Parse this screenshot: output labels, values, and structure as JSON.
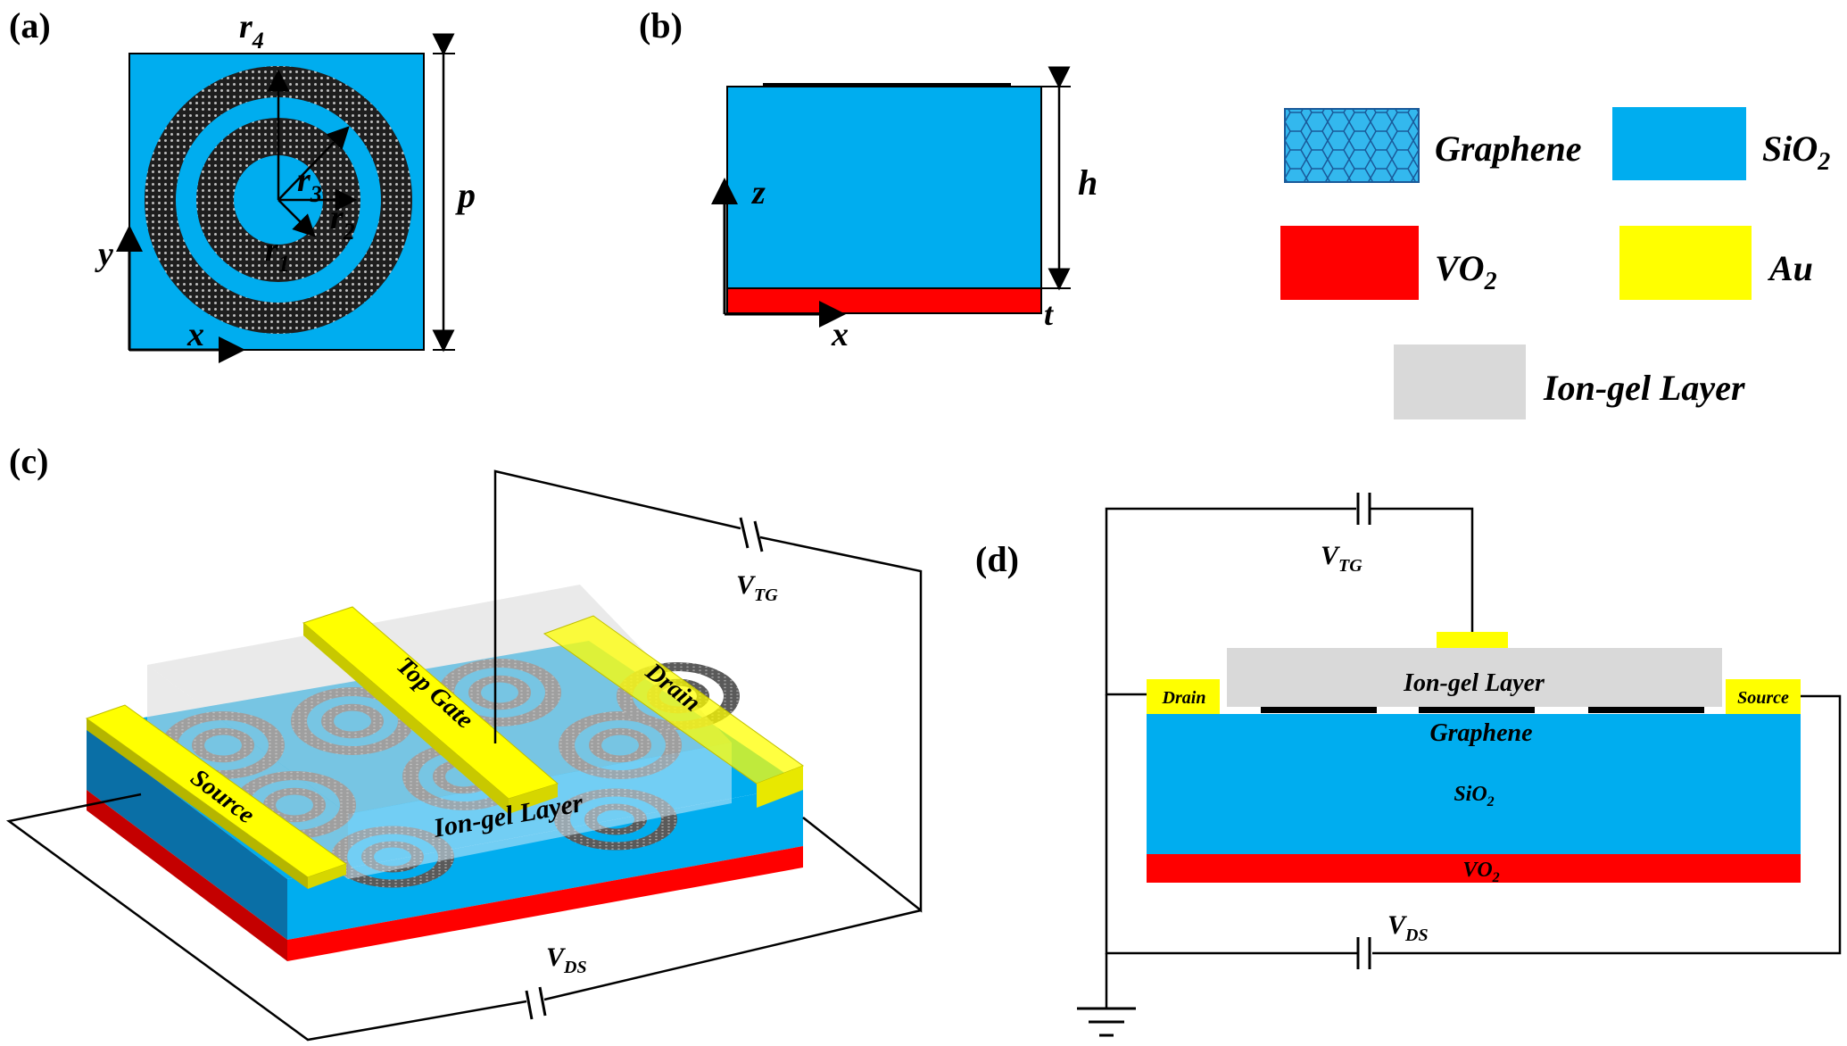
{
  "panels": {
    "a": {
      "label": "(a)",
      "r1": "r",
      "r1_sub": "1",
      "r2": "r",
      "r2_sub": "2",
      "r3": "r",
      "r3_sub": "3",
      "r4": "r",
      "r4_sub": "4",
      "p": "p",
      "x": "x",
      "y": "y"
    },
    "b": {
      "label": "(b)",
      "h": "h",
      "t": "t",
      "x": "x",
      "z": "z"
    },
    "c": {
      "label": "(c)",
      "top_gate": "Top Gate",
      "drain": "Drain",
      "source": "Source",
      "ion_gel": "Ion-gel Layer",
      "vtg": "V",
      "vtg_sub": "TG",
      "vds": "V",
      "vds_sub": "DS"
    },
    "d": {
      "label": "(d)",
      "drain": "Drain",
      "source": "Source",
      "ion_gel": "Ion-gel Layer",
      "graphene": "Graphene",
      "sio2": "SiO",
      "sio2_sub": "2",
      "vo2": "VO",
      "vo2_sub": "2",
      "vtg": "V",
      "vtg_sub": "TG",
      "vds": "V",
      "vds_sub": "DS"
    }
  },
  "legend": {
    "graphene": "Graphene",
    "sio2": "SiO",
    "sio2_sub": "2",
    "vo2": "VO",
    "vo2_sub": "2",
    "au": "Au",
    "ion_gel": "Ion-gel Layer"
  },
  "colors": {
    "sio2": "#00adef",
    "vo2": "#ff0000",
    "au": "#ffff00",
    "ion_gel": "#d9d9d9",
    "graphene": "#2a2a2a"
  }
}
